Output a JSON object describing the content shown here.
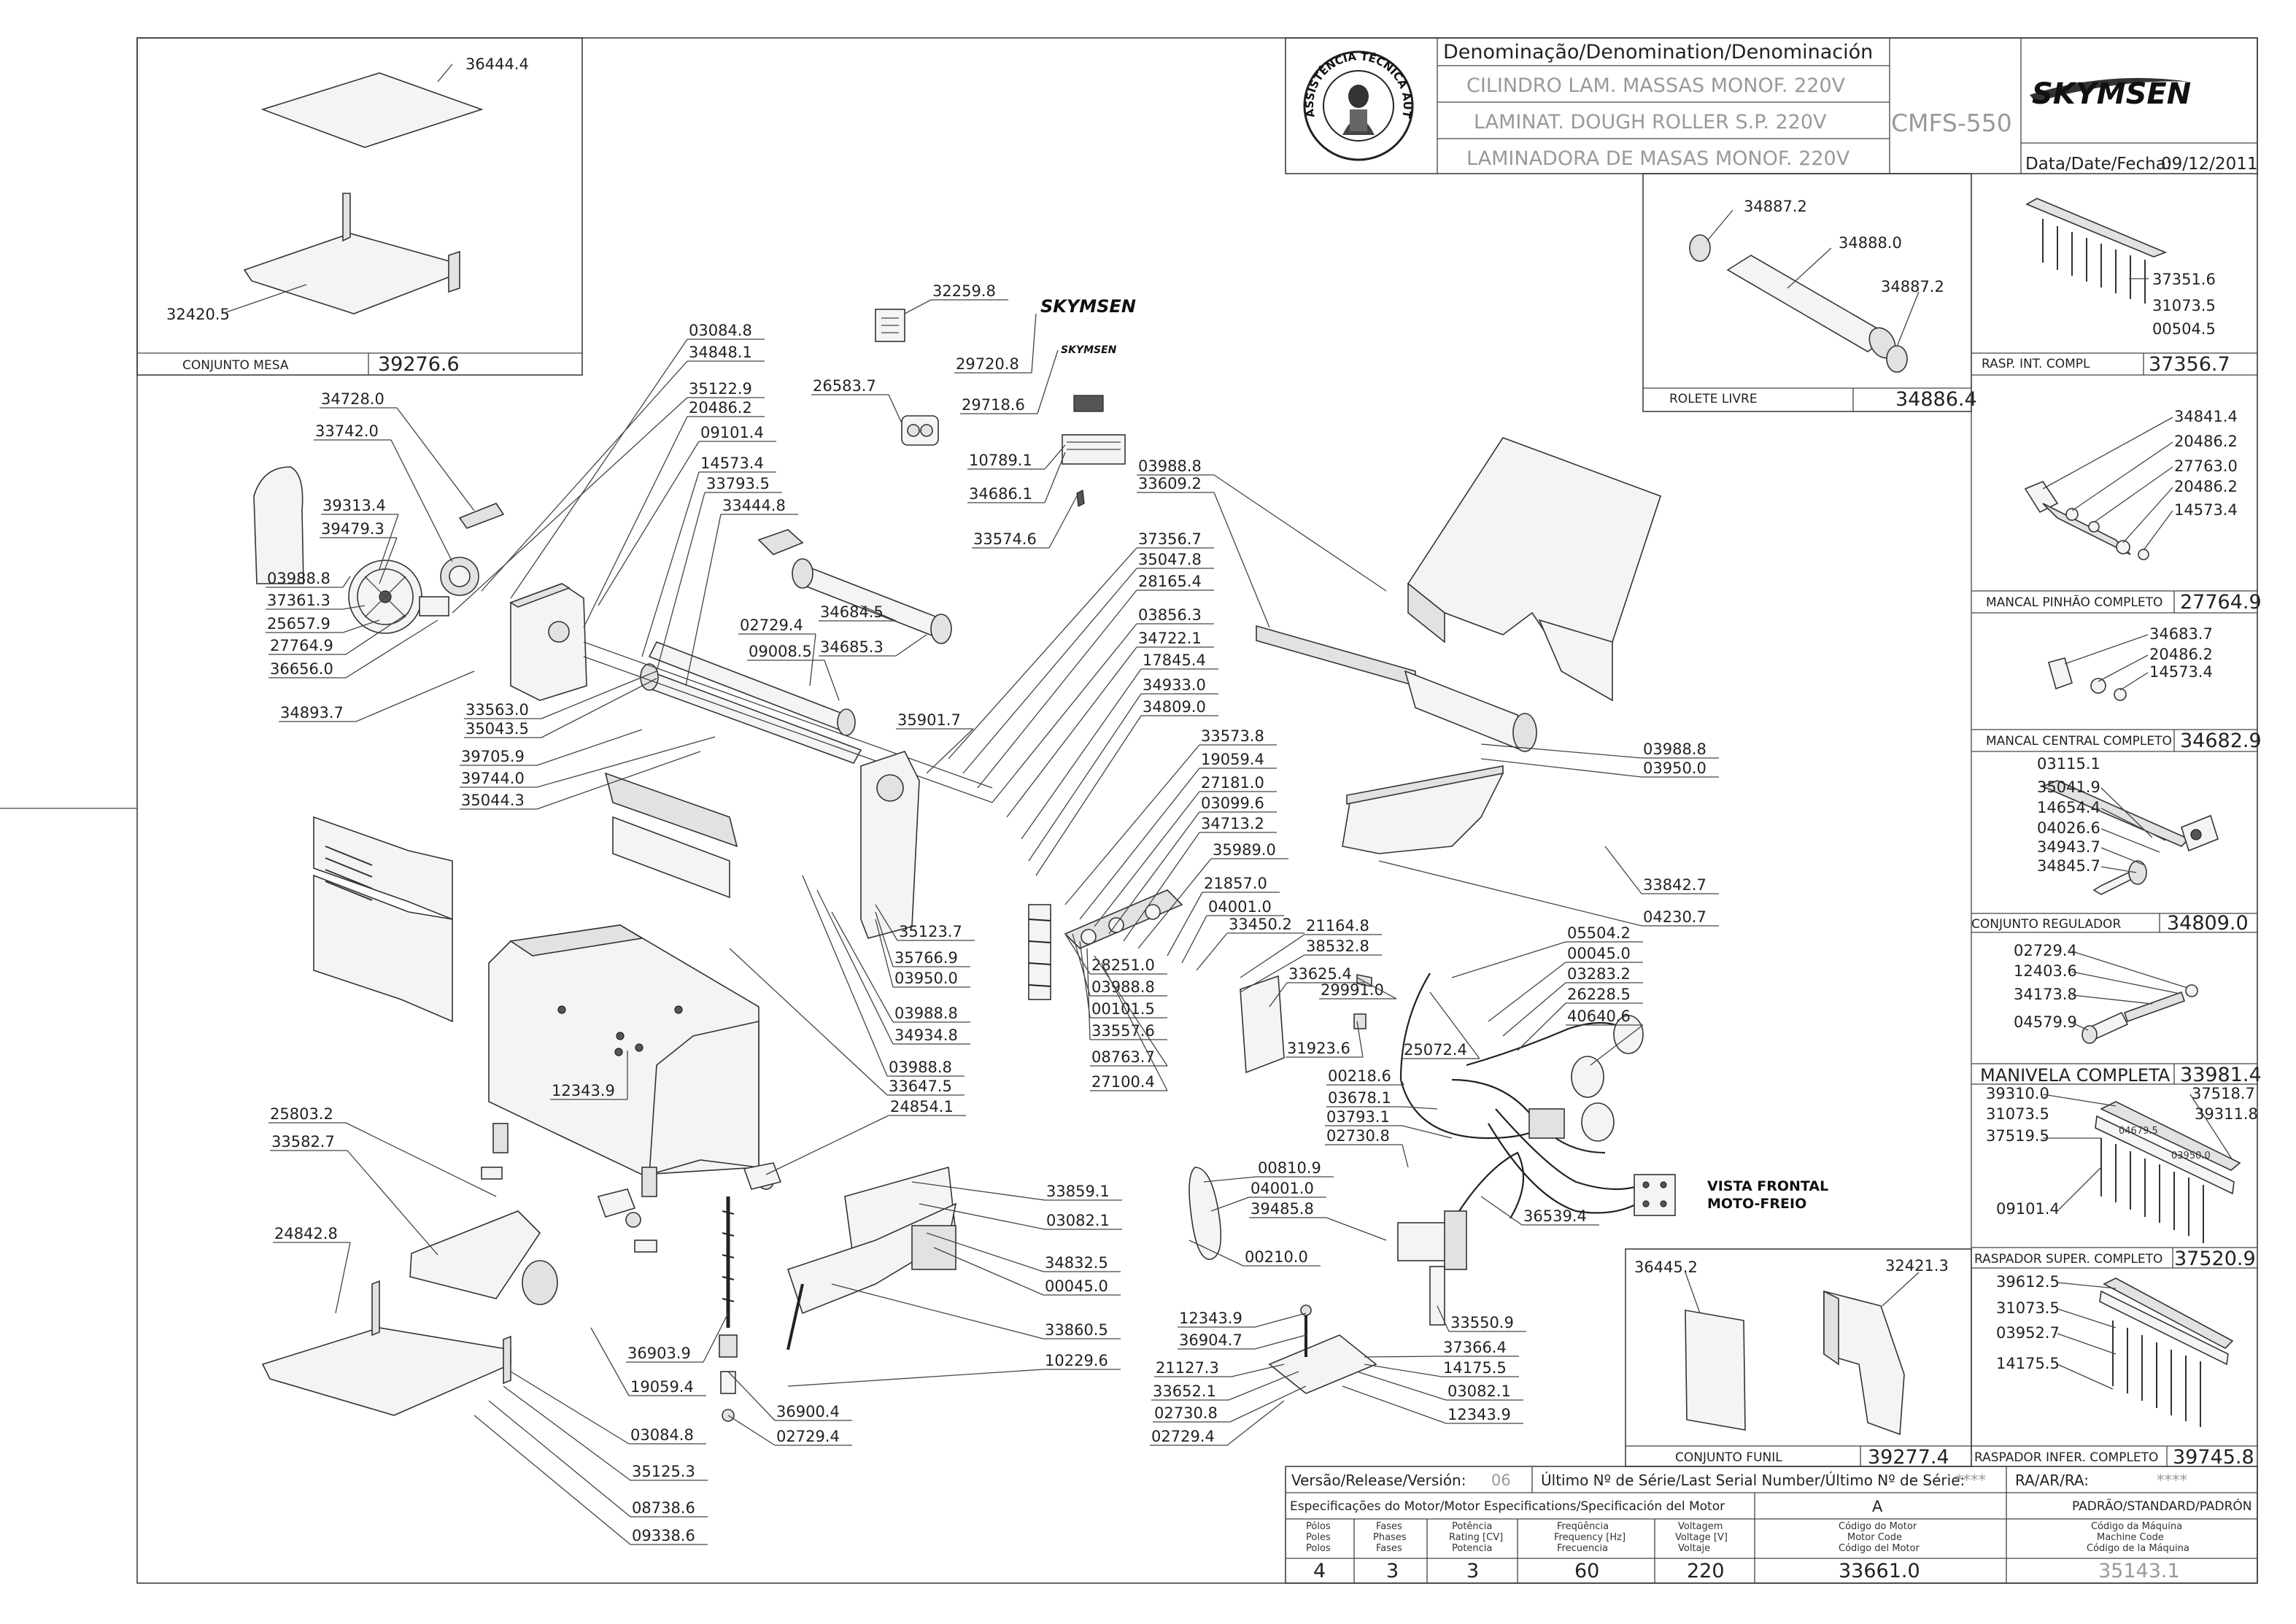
{
  "title_block": {
    "header_label": "Denominação/Denomination/Denominación",
    "names": [
      "CILINDRO LAM. MASSAS MONOF. 220V",
      "LAMINAT. DOUGH ROLLER S.P. 220V",
      "LAMINADORA DE MASAS MONOF. 220V"
    ],
    "model": "CMFS-550",
    "brand": "SKYMSEN",
    "date_label": "Data/Date/Fecha:",
    "date_value": "09/12/2011",
    "seal_text": "ASSISTÊNCIA TÉCNICA AUTORIZADA"
  },
  "footer": {
    "release_label": "Versão/Release/Versión:",
    "release_value": "06",
    "serial_label": "Último Nº de Série/Last Serial Number/Último Nº de Série:",
    "serial_value": "****",
    "ra_label": "RA/AR/RA:",
    "ra_value": "****",
    "motor_spec_label": "Especificações do Motor/Motor Especifications/Specificación del Motor",
    "motor_variant": "A",
    "standard_label": "PADRÃO/STANDARD/PADRÓN",
    "columns": [
      {
        "header": [
          "Pólos",
          "Poles",
          "Polos"
        ],
        "value": "4"
      },
      {
        "header": [
          "Fases",
          "Phases",
          "Fases"
        ],
        "value": "3"
      },
      {
        "header": [
          "Potência",
          "Rating [CV]",
          "Potencia"
        ],
        "value": "3"
      },
      {
        "header": [
          "Freqüência",
          "Frequency [Hz]",
          "Frecuencia"
        ],
        "value": "60"
      },
      {
        "header": [
          "Voltagem",
          "Voltage [V]",
          "Voltaje"
        ],
        "value": "220"
      },
      {
        "header": [
          "Código do Motor",
          "Motor Code",
          "Código del Motor"
        ],
        "value": "33661.0"
      },
      {
        "header": [
          "Código da Máquina",
          "Machine Code",
          "Código de la Máquina"
        ],
        "value": "35143.1"
      }
    ]
  },
  "assemblies": [
    {
      "name": "CONJUNTO MESA",
      "code": "39276.6"
    },
    {
      "name": "ROLETE LIVRE",
      "code": "34886.4"
    },
    {
      "name": "RASP. INT. COMPL",
      "code": "37356.7"
    },
    {
      "name": "MANCAL PINHÃO COMPLETO",
      "code": "27764.9"
    },
    {
      "name": "MANCAL CENTRAL COMPLETO",
      "code": "34682.9"
    },
    {
      "name": "CONJUNTO REGULADOR",
      "code": "34809.0"
    },
    {
      "name": "MANIVELA COMPLETA",
      "code": "33981.4"
    },
    {
      "name": "RASPADOR SUPER. COMPLETO",
      "code": "37520.9"
    },
    {
      "name": "CONJUNTO FUNIL",
      "code": "39277.4"
    },
    {
      "name": "RASPADOR INFER. COMPLETO",
      "code": "39745.8"
    }
  ],
  "annotations": {
    "vista_frontal": "VISTA FRONTAL",
    "moto_freio": "MOTO-FREIO"
  },
  "callouts": {
    "mesa": [
      "36444.4",
      "32420.5"
    ],
    "rolete": [
      "34887.2",
      "34888.0",
      "34887.2"
    ],
    "rasp_int": [
      "37351.6",
      "31073.5",
      "00504.5"
    ],
    "mancal_pinhao": [
      "34841.4",
      "20486.2",
      "27763.0",
      "20486.2",
      "14573.4"
    ],
    "mancal_central": [
      "34683.7",
      "20486.2",
      "14573.4"
    ],
    "regulador": [
      "03115.1",
      "35041.9",
      "14654.4",
      "04026.6",
      "34943.7",
      "34845.7"
    ],
    "manivela": [
      "02729.4",
      "12403.6",
      "34173.8",
      "04579.9"
    ],
    "rasp_super": [
      "39310.0",
      "37518.7",
      "31073.5",
      "39311.8",
      "04679.5",
      "37519.5",
      "03950.0",
      "09101.4"
    ],
    "funil": [
      "36445.2",
      "32421.3"
    ],
    "rasp_infer": [
      "39612.5",
      "31073.5",
      "03952.7",
      "14175.5"
    ],
    "main_left": [
      "03084.8",
      "34848.1",
      "35122.9",
      "20486.2",
      "09101.4",
      "14573.4",
      "33793.5",
      "33444.8",
      "34728.0",
      "33742.0",
      "39313.4",
      "39479.3",
      "03988.8",
      "37361.3",
      "25657.9",
      "27764.9",
      "36656.0",
      "34893.7",
      "33563.0",
      "35043.5",
      "39705.9",
      "39744.0",
      "35044.3",
      "34684.5",
      "34685.3",
      "02729.4",
      "09008.5",
      "35901.7"
    ],
    "labels_top": [
      "32259.8",
      "26583.7",
      "29720.8",
      "29718.6",
      "10789.1",
      "34686.1",
      "33574.6"
    ],
    "main_center": [
      "03988.8",
      "33609.2",
      "37356.7",
      "35047.8",
      "28165.4",
      "03856.3",
      "34722.1",
      "17845.4",
      "34933.0",
      "34809.0",
      "33573.8",
      "19059.4",
      "27181.0",
      "03099.6",
      "34713.2",
      "35989.0",
      "21857.0",
      "04001.0",
      "33450.2",
      "21164.8",
      "38532.8",
      "33625.4",
      "29991.0",
      "31923.6",
      "35123.7",
      "35766.9",
      "03950.0",
      "03988.8",
      "34934.8",
      "03988.8",
      "33647.5",
      "28251.0",
      "03988.8",
      "00101.5",
      "33557.6",
      "08763.7",
      "27100.4"
    ],
    "main_right": [
      "03988.8",
      "03950.0",
      "33842.7",
      "04230.7"
    ],
    "electrical": [
      "05504.2",
      "00045.0",
      "03283.2",
      "26228.5",
      "40640.6",
      "25072.4",
      "00218.6",
      "03678.1",
      "03793.1",
      "02730.8",
      "00810.9",
      "04001.0",
      "39485.8",
      "36539.4",
      "00210.0",
      "33550.9"
    ],
    "base": [
      "12343.9",
      "36904.7",
      "21127.3",
      "33652.1",
      "02730.8",
      "02729.4",
      "37366.4",
      "14175.5",
      "03082.1",
      "12343.9"
    ],
    "lower_left": [
      "12343.9",
      "25803.2",
      "33582.7",
      "24842.8",
      "19059.4",
      "03084.8",
      "35125.3",
      "08738.6",
      "09338.6",
      "24854.1",
      "36903.9",
      "36900.4",
      "02729.4",
      "33859.1",
      "03082.1",
      "34832.5",
      "00045.0",
      "33860.5",
      "10229.6"
    ]
  }
}
